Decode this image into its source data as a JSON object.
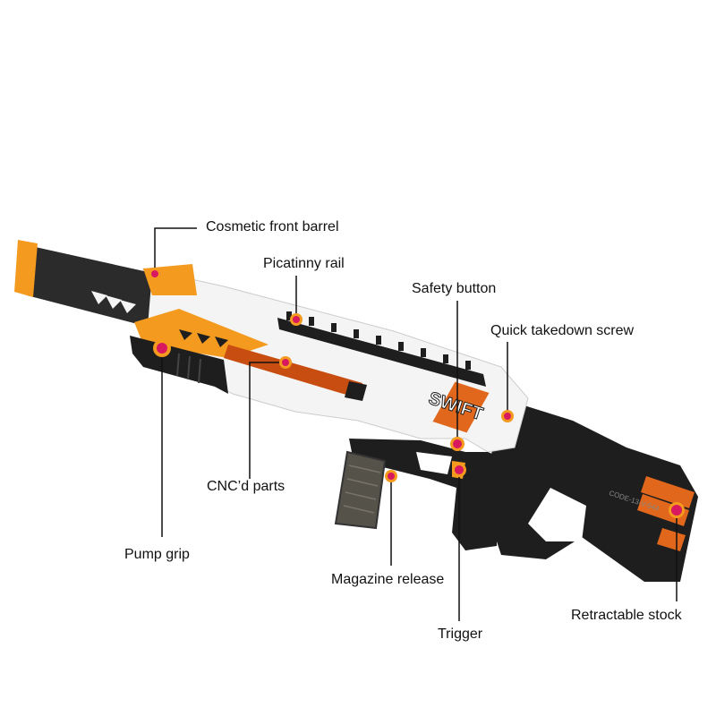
{
  "image": {
    "background": "#ffffff",
    "colors": {
      "orange": "#f39a1f",
      "dark_orange": "#e0671b",
      "white_body": "#f4f4f4",
      "black_body": "#1e1e1e",
      "marker": "#d8185f",
      "line": "#111111"
    },
    "logo": "SWIFT",
    "stock_text": "CODE-13-V-544"
  },
  "callouts": [
    {
      "id": "cosmetic-front-barrel",
      "label": "Cosmetic front barrel"
    },
    {
      "id": "picatinny-rail",
      "label": "Picatinny rail"
    },
    {
      "id": "safety-button",
      "label": "Safety button"
    },
    {
      "id": "quick-takedown-screw",
      "label": "Quick takedown screw"
    },
    {
      "id": "cncd-parts",
      "label": "CNC’d parts"
    },
    {
      "id": "pump-grip",
      "label": "Pump grip"
    },
    {
      "id": "magazine-release",
      "label": "Magazine release"
    },
    {
      "id": "trigger",
      "label": "Trigger"
    },
    {
      "id": "retractable-stock",
      "label": "Retractable stock"
    }
  ]
}
